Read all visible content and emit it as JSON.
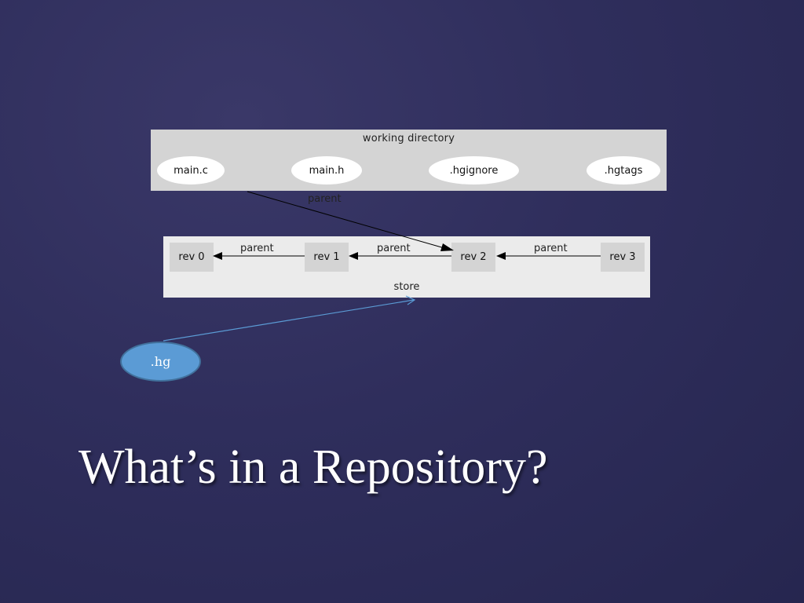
{
  "working_directory": {
    "title": "working directory",
    "files": [
      "main.c",
      "main.h",
      ".hgignore",
      ".hgtags"
    ],
    "parent_label": "parent"
  },
  "store": {
    "label": "store",
    "revisions": [
      "rev 0",
      "rev 1",
      "rev 2",
      "rev 3"
    ],
    "edge_labels": [
      "parent",
      "parent",
      "parent"
    ]
  },
  "hg_node": {
    "label": ".hg"
  },
  "slide": {
    "title": "What’s in a Repository?"
  },
  "colors": {
    "hg_node": "#5b9bd5",
    "hg_arrow": "#5b9bd5",
    "edge": "#000000"
  }
}
